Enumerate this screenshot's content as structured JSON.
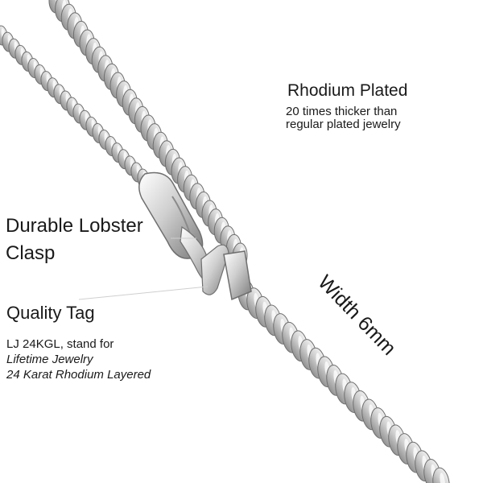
{
  "image": {
    "subject": "silver rope chain with lobster clasp",
    "colors": {
      "metal_light": "#f4f4f4",
      "metal_mid": "#bfbfbf",
      "metal_dark": "#6f6f6f",
      "text": "#1a1a1a"
    }
  },
  "labels": {
    "rhodium": {
      "title": "Rhodium Plated",
      "line1": "20 times thicker than",
      "line2": "regular plated jewelry"
    },
    "clasp": {
      "line1": "Durable Lobster",
      "line2": "Clasp"
    },
    "tag": {
      "title": "Quality Tag",
      "line1": "LJ 24KGL, stand for",
      "line2": "Lifetime Jewelry",
      "line3": "24 Karat Rhodium Layered"
    },
    "width": "Width 6mm"
  }
}
